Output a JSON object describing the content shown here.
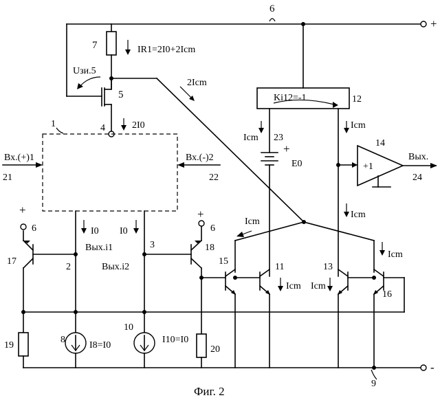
{
  "figure": {
    "caption": "Фиг. 2",
    "supply_plus": "+",
    "supply_minus": "-",
    "bus_plus_num": "6",
    "bus_minus_num": "9"
  },
  "block1": {
    "num": "1",
    "in_plus": "Вх.(+)1",
    "in_minus": "Вх.(-)2",
    "pin4": "4",
    "out1": "Вых.i1",
    "out2": "Вых.i2",
    "pin2": "2",
    "pin3": "3"
  },
  "labels": {
    "r7": "7",
    "i_r1": "IR1=2I0+2Icm",
    "u_zi5": "Uзи.5",
    "t5": "5",
    "i_2i0": "2I0",
    "i_2icm": "2Icm",
    "k12": "Ki12=-1",
    "n12": "12",
    "icm_23": "Icm",
    "n23": "23",
    "e0": "E0",
    "icm_right": "Icm",
    "n14": "14",
    "plus1": "+1",
    "out_label": "Вых.",
    "n24": "24",
    "n21": "21",
    "n22": "22",
    "pin6_left": "6",
    "pin6_right": "6",
    "plus_left": "+",
    "plus_right": "+",
    "n17": "17",
    "n18": "18",
    "i0_left": "I0",
    "i0_right": "I0",
    "icm_mid": "Icm",
    "n15": "15",
    "n11": "11",
    "n13": "13",
    "n16": "16",
    "icm_11": "Icm",
    "icm_13": "Icm",
    "icm_16": "Icm",
    "icm_r2": "Icm",
    "n19": "19",
    "n20": "20",
    "n8": "8",
    "n10": "10",
    "i8": "I8=I0",
    "i10": "I10=I0"
  }
}
